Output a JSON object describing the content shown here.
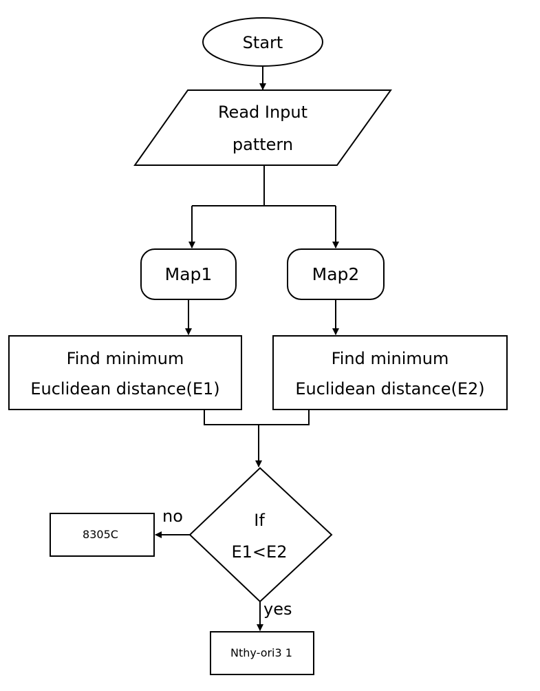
{
  "nodes": {
    "start": "Start",
    "read_input": [
      "Read Input",
      "pattern"
    ],
    "map1": "Map1",
    "map2": "Map2",
    "find1": [
      "Find minimum",
      "Euclidean distance(E1)"
    ],
    "find2": [
      "Find minimum",
      "Euclidean distance(E2)"
    ],
    "decision": [
      "If",
      "E1<E2"
    ],
    "out_no": "8305C",
    "out_yes": "Nthy-ori3 1"
  },
  "edge_labels": {
    "no": "no",
    "yes": "yes"
  },
  "colors": {
    "stroke": "#000000",
    "fill": "#ffffff"
  }
}
